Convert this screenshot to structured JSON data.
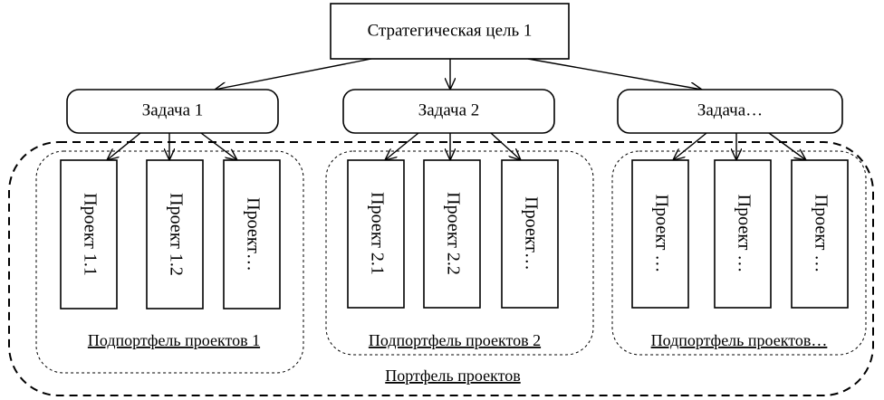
{
  "goal": {
    "label": "Стратегическая цель 1"
  },
  "portfolio": {
    "label": "Портфель проектов"
  },
  "tasks": [
    {
      "label": "Задача 1",
      "subportfolio": "Подпортфель проектов 1",
      "projects": [
        "Проект 1.1",
        "Проект 1.2",
        "Проект…"
      ]
    },
    {
      "label": "Задача 2",
      "subportfolio": "Подпортфель проектов 2",
      "projects": [
        "Проект 2.1",
        "Проект 2.2",
        "Проект…"
      ]
    },
    {
      "label": "Задача…",
      "subportfolio": "Подпортфель проектов…",
      "projects": [
        "Проект …",
        "Проект …",
        "Проект …"
      ]
    }
  ]
}
